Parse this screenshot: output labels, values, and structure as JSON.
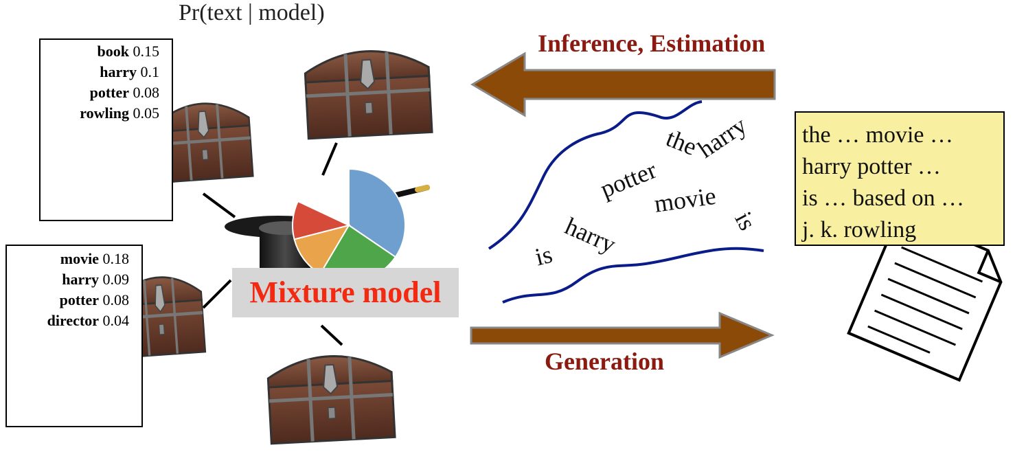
{
  "title": "Pr(text | model)",
  "topic_boxes": [
    {
      "rows": [
        {
          "word": "book",
          "prob": "0.15"
        },
        {
          "word": "harry",
          "prob": "0.1"
        },
        {
          "word": "potter",
          "prob": "0.08"
        },
        {
          "word": "rowling",
          "prob": "0.05"
        }
      ]
    },
    {
      "rows": [
        {
          "word": "movie",
          "prob": "0.18"
        },
        {
          "word": "harry",
          "prob": "0.09"
        },
        {
          "word": "potter",
          "prob": "0.08"
        },
        {
          "word": "director",
          "prob": "0.04"
        }
      ]
    }
  ],
  "mixture_label": "Mixture model",
  "arrows": {
    "inference_label": "Inference, Estimation",
    "generation_label": "Generation",
    "color": "#8b4a08",
    "label_color": "#8b1a10"
  },
  "stream_words": [
    "the",
    "harry",
    "potter",
    "movie",
    "is",
    "harry",
    "is"
  ],
  "document_lines": [
    "the … movie …",
    "harry potter …",
    "is … based on …",
    "j. k. rowling"
  ],
  "pie_colors": [
    "#6e9fcf",
    "#4fa64a",
    "#e9a34a",
    "#d64a3a"
  ],
  "icons": [
    "treasure-chest-icon",
    "magic-hat-icon",
    "magic-wand-icon",
    "document-icon"
  ]
}
